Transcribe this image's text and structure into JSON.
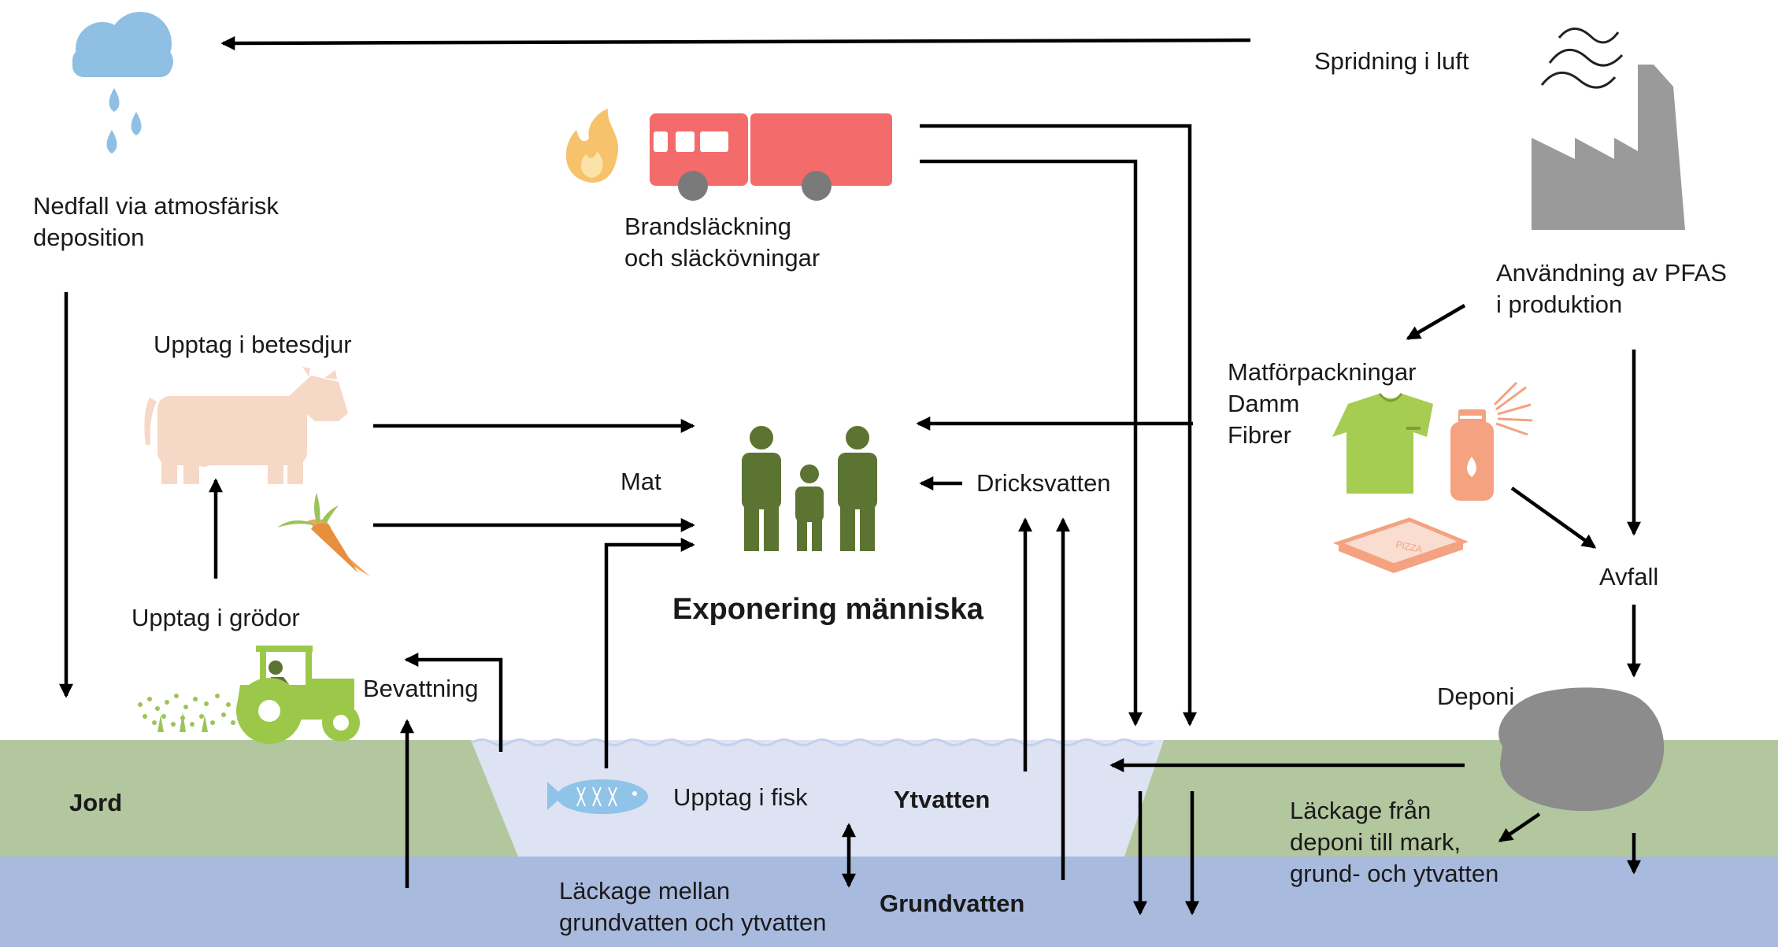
{
  "labels": {
    "atmospheric_deposition": [
      "Nedfall via atmosfärisk",
      "deposition"
    ],
    "air_spread": "Spridning i luft",
    "firefighting": [
      "Brandsläckning",
      "och släckövningar"
    ],
    "pfas_use": [
      "Användning av PFAS",
      "i produktion"
    ],
    "livestock_uptake": "Upptag i betesdjur",
    "consumer_products": [
      "Matförpackningar",
      "Damm",
      "Fibrer"
    ],
    "food": "Mat",
    "drinking_water": "Dricksvatten",
    "waste": "Avfall",
    "human_exposure": "Exponering människa",
    "crop_uptake": "Upptag i grödor",
    "irrigation": "Bevattning",
    "landfill": "Deponi",
    "soil": "Jord",
    "fish_uptake": "Upptag i fisk",
    "surface_water": "Ytvatten",
    "landfill_leakage": [
      "Läckage från",
      "deponi till mark,",
      "grund- och ytvatten"
    ],
    "gw_sw_leakage": [
      "Läckage mellan",
      "grundvatten och ytvatten"
    ],
    "groundwater": "Grundvatten",
    "pizza_box_text": "PIZZA"
  },
  "colors": {
    "soil": "#b3c79f",
    "surface_water": "#dde3f3",
    "groundwater": "#a9badf",
    "cloud": "#8fbfe3",
    "fire_truck": "#f46b6b",
    "fire": "#f6c26b",
    "factory": "#9a9a9a",
    "people": "#5c7431",
    "cow": "#f6d8c6",
    "carrot": "#f1a45c",
    "carrot_leaf": "#9cc35a",
    "tractor": "#9cc84a",
    "tshirt": "#a6cc52",
    "spray": "#f4a280",
    "landfill": "#8c8c8c",
    "fish": "#8fc3e8",
    "arrow": "#000000"
  },
  "icons": [
    "rain-cloud-icon",
    "factory-icon",
    "fire-icon",
    "fire-truck-icon",
    "cow-icon",
    "carrot-icon",
    "people-icon",
    "tractor-icon",
    "tshirt-icon",
    "spray-bottle-icon",
    "pizza-box-icon",
    "landfill-icon",
    "fish-icon"
  ]
}
